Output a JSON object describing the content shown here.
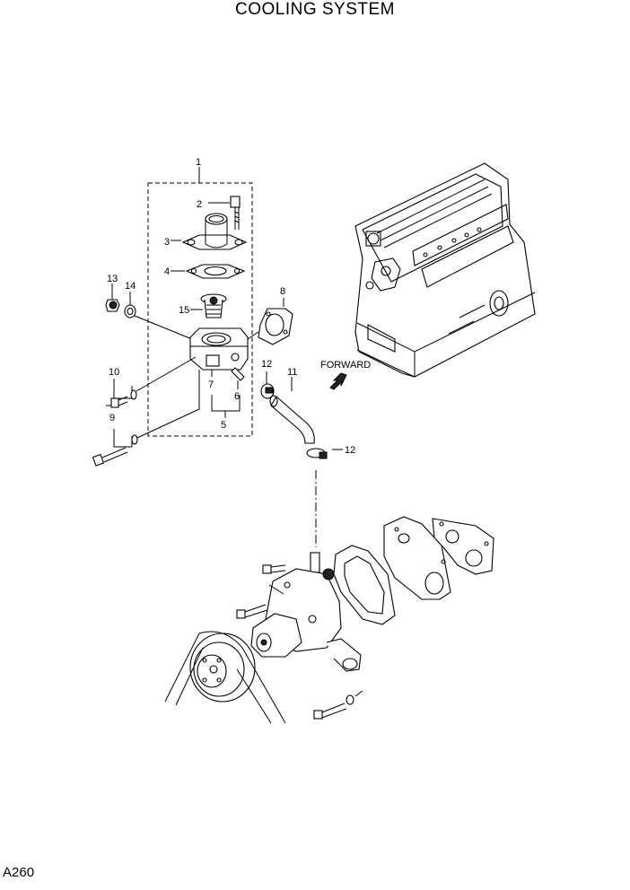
{
  "title": "COOLING SYSTEM",
  "page_code": "A260",
  "direction_label": "FORWARD",
  "callouts": [
    {
      "id": "c1",
      "text": "1"
    },
    {
      "id": "c2",
      "text": "2"
    },
    {
      "id": "c3",
      "text": "3"
    },
    {
      "id": "c4",
      "text": "4"
    },
    {
      "id": "c5",
      "text": "5"
    },
    {
      "id": "c6",
      "text": "6"
    },
    {
      "id": "c7",
      "text": "7"
    },
    {
      "id": "c8",
      "text": "8"
    },
    {
      "id": "c9",
      "text": "9"
    },
    {
      "id": "c10",
      "text": "10"
    },
    {
      "id": "c11",
      "text": "11"
    },
    {
      "id": "c12a",
      "text": "12"
    },
    {
      "id": "c12b",
      "text": "12"
    },
    {
      "id": "c13",
      "text": "13"
    },
    {
      "id": "c14",
      "text": "14"
    },
    {
      "id": "c15",
      "text": "15"
    }
  ]
}
